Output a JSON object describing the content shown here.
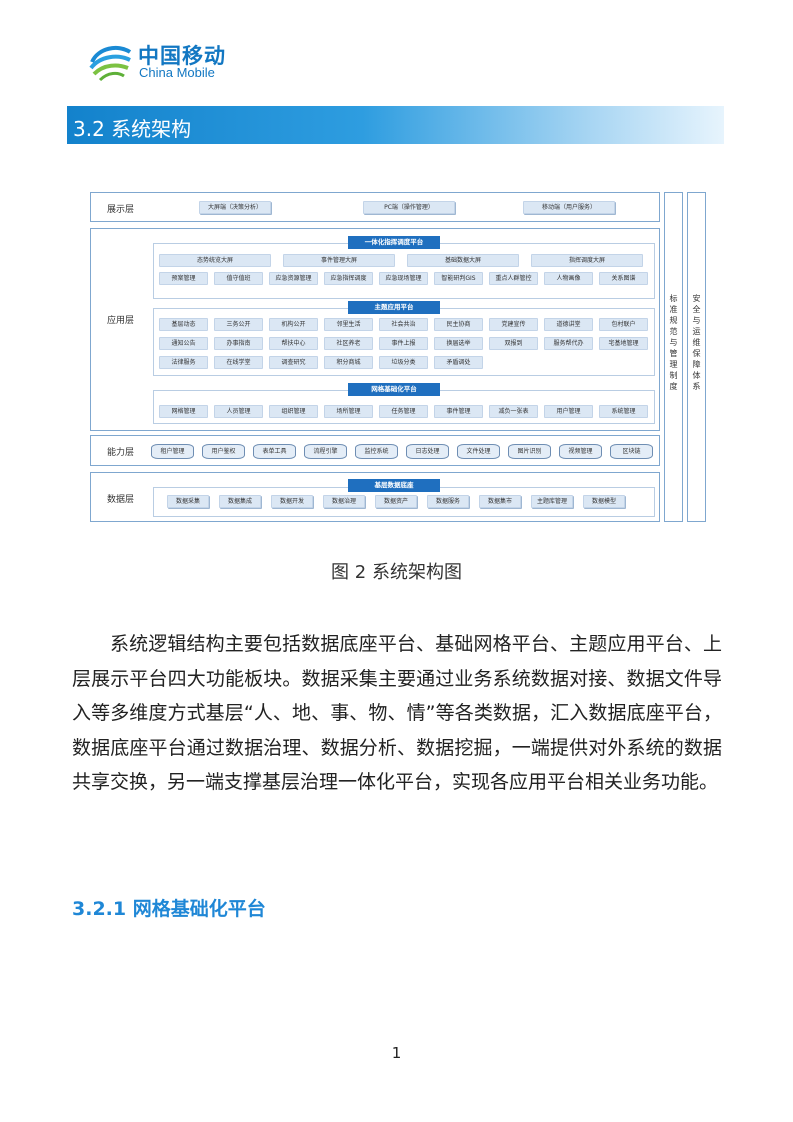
{
  "header": {
    "logo_cn": "中国移动",
    "logo_en": "China Mobile"
  },
  "section": {
    "title": "3.2 系统架构"
  },
  "diagram": {
    "layers": {
      "display": "展示层",
      "application": "应用层",
      "capability": "能力层",
      "data": "数据层"
    },
    "display_items": [
      "大屏端（决策分析）",
      "PC端（操作管理）",
      "移动端（用户服务）"
    ],
    "unified_platform": {
      "title": "一体化指挥调度平台",
      "screens": [
        "态势统览大屏",
        "事件管理大屏",
        "基础数据大屏",
        "指挥调度大屏"
      ],
      "items": [
        "预案管理",
        "值守值班",
        "应急资源管理",
        "应急指挥调度",
        "应急现场管理",
        "智能研判GIS",
        "重点人群管控",
        "人物画像",
        "关系图谱"
      ]
    },
    "topic_platform": {
      "title": "主题应用平台",
      "rows": [
        [
          "基层动态",
          "三务公开",
          "机构公开",
          "邻里生活",
          "社会共治",
          "民主协商",
          "党建宣传",
          "道德讲堂",
          "包村联户"
        ],
        [
          "通知公告",
          "办事指南",
          "帮扶中心",
          "社区养老",
          "事件上报",
          "换届选举",
          "双报到",
          "服务帮代办",
          "宅基地管理"
        ],
        [
          "法律服务",
          "在线学堂",
          "调查研究",
          "积分商城",
          "垃圾分类",
          "矛盾调处"
        ]
      ]
    },
    "grid_platform": {
      "title": "网格基础化平台",
      "items": [
        "网格管理",
        "人员管理",
        "组织管理",
        "场所管理",
        "任务管理",
        "事件管理",
        "减负一张表",
        "用户管理",
        "系统管理"
      ]
    },
    "capability_items": [
      "租户管理",
      "用户鉴权",
      "表单工具",
      "流程引擎",
      "监控系统",
      "日志处理",
      "文件处理",
      "图片识别",
      "视频管理",
      "区块链"
    ],
    "data_platform": {
      "title": "基层数据底座",
      "items": [
        "数据采集",
        "数据集成",
        "数据开发",
        "数据治理",
        "数据资产",
        "数据服务",
        "数据集市",
        "主题库管理",
        "数据模型"
      ]
    },
    "side_columns": [
      "标准规范与管理制度",
      "安全与运维保障体系"
    ]
  },
  "caption": "图 2 系统架构图",
  "body": {
    "paragraph": "系统逻辑结构主要包括数据底座平台、基础网格平台、主题应用平台、上层展示平台四大功能板块。数据采集主要通过业务系统数据对接、数据文件导入等多维度方式基层“人、地、事、物、情”等各类数据，汇入数据底座平台，数据底座平台通过数据治理、数据分析、数据挖掘，一端提供对外系统的数据共享交换，另一端支撑基层治理一体化平台，实现各应用平台相关业务功能。"
  },
  "subheading": "3.2.1  网格基础化平台",
  "page_number": "1",
  "colors": {
    "brand": "#1277c2",
    "banner": "#1382cc",
    "subheading": "#1f87d6",
    "diagram_header": "#1f6fbf"
  }
}
